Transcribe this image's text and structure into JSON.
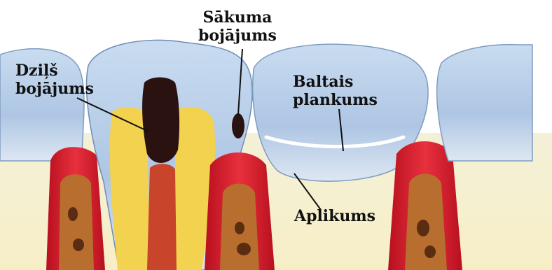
{
  "labels": {
    "sakuma_line1": "Sākuma",
    "sakuma_line2": "bojājums",
    "dzils_line1": "Dziļš",
    "dzils_line2": "bojājums",
    "baltais_line1": "Baltais",
    "baltais_line2": "plankums",
    "aplikums": "Aplikums"
  },
  "colors": {
    "enamel": "#b9cfe8",
    "gum": "#e0283a",
    "dentin": "#f1d65a",
    "pulp": "#c8442a",
    "decay": "#2a1210",
    "bone": "#b06a2c",
    "plaque": "#efe9c8"
  }
}
